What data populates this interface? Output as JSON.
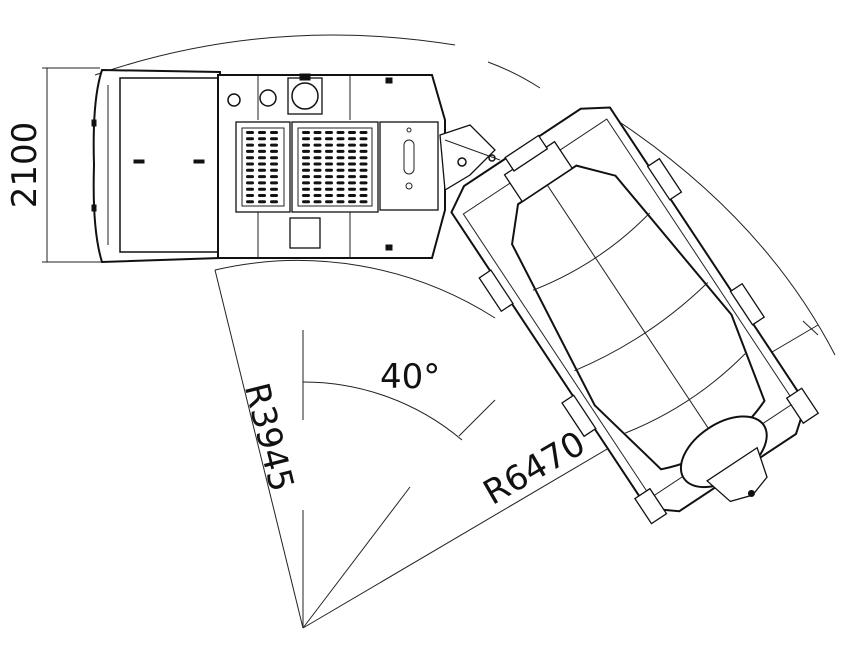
{
  "dimensions": {
    "width_label": "2100",
    "inner_radius_label": "R3945",
    "outer_radius_label": "R6470",
    "angle_label": "40°"
  },
  "colors": {
    "line": "#111111",
    "background": "#ffffff"
  }
}
